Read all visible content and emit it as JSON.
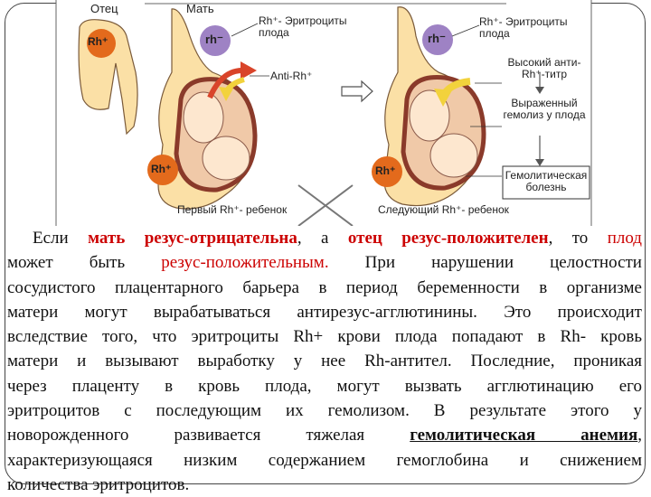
{
  "figure": {
    "father_label": "Отец",
    "mother_label": "Мать",
    "father_blood": "Rh⁺",
    "mother_blood_left": "rh⁻",
    "mother_blood_right": "rh⁻",
    "fetal_rbc_left": "Rh⁺- Эритроциты плода",
    "fetal_rbc_right": "Rh⁺- Эритроциты плода",
    "anti_rh": "Anti-Rh⁺",
    "high_titer": "Высокий анти-Rh⁺-титр",
    "hemolysis": "Выраженный гемолиз у плода",
    "hemolytic_disease": "Гемолитическая болезнь",
    "child_blood_left": "Rh⁺",
    "child_blood_right": "Rh⁺",
    "first_child": "Первый Rh⁺- ребенок",
    "next_child": "Следующий Rh⁺- ребенок"
  },
  "text": {
    "line1": {
      "a": "Если ",
      "mother": "мать резус-отрицательна",
      "b": ", а ",
      "father": "отец резус-положителен",
      "c": ", то ",
      "fetus": "плод"
    },
    "line2": {
      "a": "может быть ",
      "rhpos": "резус-положительным.",
      "b": " При нарушении целостности"
    },
    "line3": "сосудистого плацентарного барьера в период беременности в организме",
    "line4": "матери могут вырабатываться антирезус-агглютинины. Это происходит",
    "line5": "вследствие того, что эритроциты Rh+ крови плода попадают в Rh- кровь",
    "line6": "матери и вызывают выработку у нее Rh-антител. Последние, проникая",
    "line7": "через плаценту в кровь плода, могут вызвать агглютинацию его",
    "line8": "эритроцитов с последующим их гемолизом. В результате этого у",
    "line9": {
      "a": "новорожденного развивается тяжелая ",
      "anemia": "гемолитическая анемия",
      "b": ","
    },
    "line10": "характеризующаяся низким содержанием гемоглобина и снижением",
    "line11": "количества эритроцитов."
  },
  "colors": {
    "rh_pos_circle": "#e36a1c",
    "rh_neg_circle": "#9e82c4",
    "body_skin": "#fbe0a6",
    "uterus": "#b86b55",
    "arrow_red": "#d9442a",
    "arrow_yellow": "#f2d23c",
    "accent_text": "#cc0000"
  }
}
